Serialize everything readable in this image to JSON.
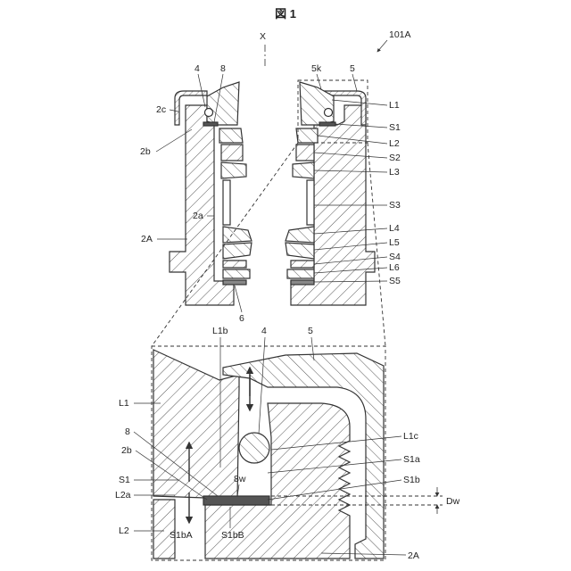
{
  "figure": {
    "title": "図 1",
    "assembly_ref": "101A",
    "axis_label": "X"
  },
  "top_view": {
    "left_labels": {
      "part_4": "4",
      "part_8": "8",
      "part_2c": "2c",
      "part_2b": "2b",
      "part_2a": "2a",
      "part_2A": "2A",
      "part_6": "6"
    },
    "right_labels": {
      "part_5k": "5k",
      "part_5": "5",
      "L1": "L1",
      "S1": "S1",
      "L2": "L2",
      "S2": "S2",
      "L3": "L3",
      "S3": "S3",
      "L4": "L4",
      "L5": "L5",
      "S4": "S4",
      "L6": "L6",
      "S5": "S5"
    }
  },
  "detail_view": {
    "labels": {
      "L1b": "L1b",
      "part_4": "4",
      "part_5": "5",
      "L1": "L1",
      "L1c": "L1c",
      "part_8": "8",
      "part_2b": "2b",
      "S1": "S1",
      "L2a": "L2a",
      "part_8w": "8w",
      "S1a": "S1a",
      "S1b": "S1b",
      "Dw": "Dw",
      "L2": "L2",
      "S1bA": "S1bA",
      "S1bB": "S1bB",
      "part_2A": "2A"
    }
  }
}
